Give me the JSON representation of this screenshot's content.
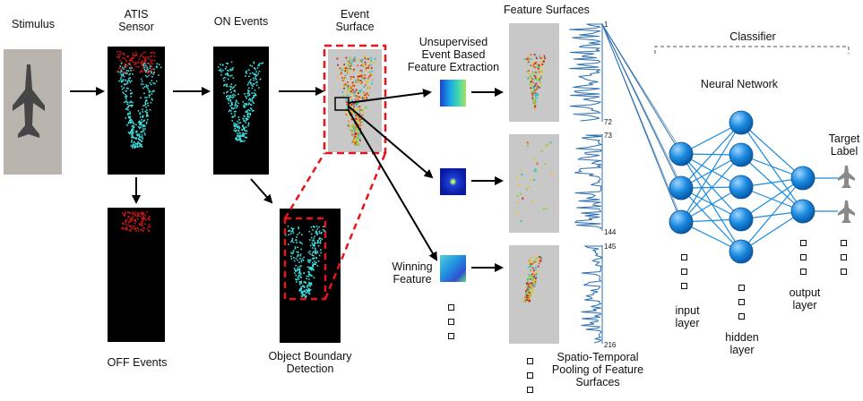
{
  "labels": {
    "stimulus": "Stimulus",
    "atis_sensor": "ATIS\nSensor",
    "on_events": "ON Events",
    "event_surface": "Event\nSurface",
    "feature_surfaces": "Feature Surfaces",
    "unsupervised": "Unsupervised\nEvent Based\nFeature Extraction",
    "winning_feature": "Winning\nFeature",
    "off_events": "OFF Events",
    "object_boundary": "Object Boundary\nDetection",
    "pooling": "Spatio-Temporal\nPooling of Feature\nSurfaces",
    "classifier": "Classifier",
    "neural_network": "Neural Network",
    "target_label": "Target\nLabel",
    "input_layer": "input\nlayer",
    "hidden_layer": "hidden\nlayer",
    "output_layer": "output\nlayer"
  },
  "pooling_axis": {
    "ticks_1": [
      "1",
      "72"
    ],
    "ticks_2": [
      "73",
      "144"
    ],
    "ticks_3": [
      "145",
      "216"
    ]
  },
  "network": {
    "input_nodes": 3,
    "hidden_nodes": 5,
    "output_nodes": 2
  },
  "colors": {
    "accent_red": "#e8141b",
    "node_blue": "#1a8be0",
    "event_cyan": "#40e0e0",
    "event_red": "#d01818",
    "panel_black": "#000000",
    "panel_gray": "#c8c8c8"
  }
}
